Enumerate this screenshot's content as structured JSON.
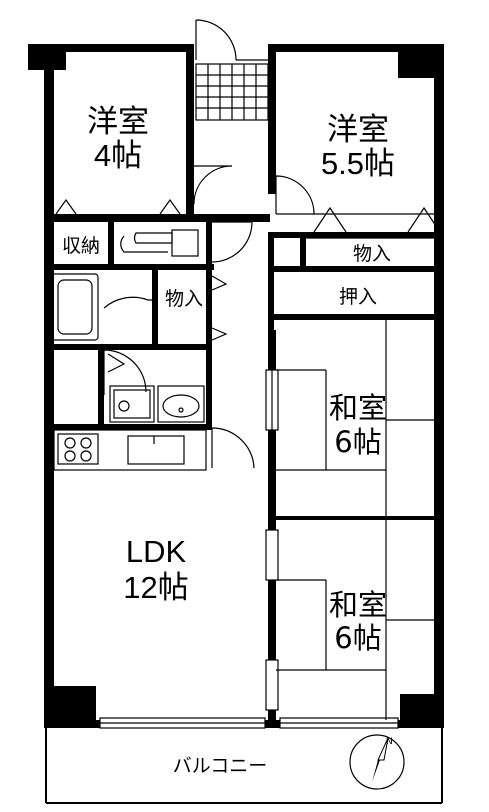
{
  "rooms": {
    "western_room_1": {
      "name": "洋室",
      "size": "4帖"
    },
    "western_room_2": {
      "name": "洋室",
      "size": "5.5帖"
    },
    "storage_1": "収納",
    "storeroom_1": "物入",
    "storeroom_2": "物入",
    "closet": "押入",
    "japanese_room_1": {
      "name": "和室",
      "size": "6帖"
    },
    "japanese_room_2": {
      "name": "和室",
      "size": "6帖"
    },
    "ldk": {
      "name": "LDK",
      "size": "12帖"
    },
    "balcony": "バルコニー"
  },
  "compass": {
    "north": "N"
  },
  "colors": {
    "walls": "#000000",
    "background": "#ffffff",
    "tatami_lines": "#000000"
  }
}
